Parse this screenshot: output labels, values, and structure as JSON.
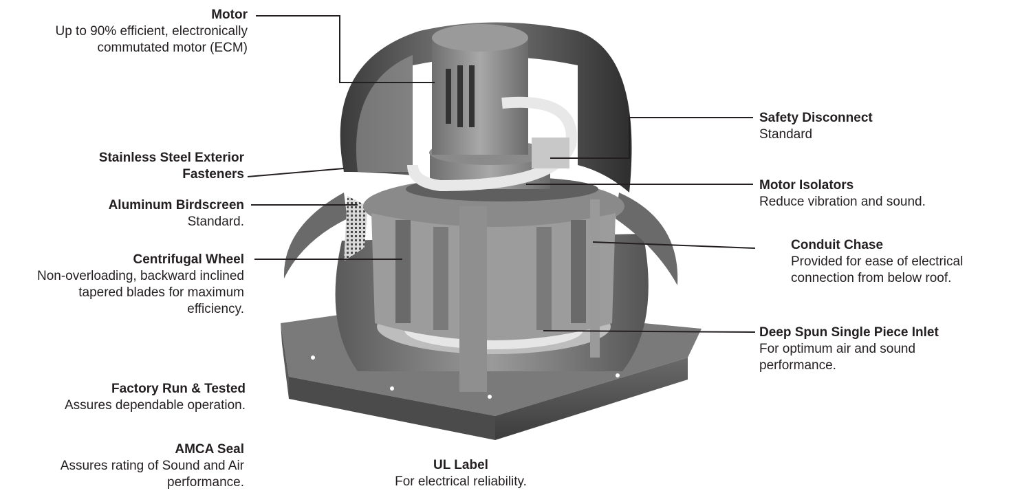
{
  "labels": {
    "motor": {
      "title": "Motor",
      "desc": "Up to 90% efficient, electronically commutated motor (ECM)"
    },
    "fasteners": {
      "title": "Stainless Steel Exterior Fasteners",
      "desc": ""
    },
    "birdscreen": {
      "title": "Aluminum Birdscreen",
      "desc": "Standard."
    },
    "wheel": {
      "title": "Centrifugal Wheel",
      "desc": "Non-overloading, backward inclined tapered blades for maximum efficiency."
    },
    "factory": {
      "title": "Factory Run & Tested",
      "desc": "Assures dependable operation."
    },
    "amca": {
      "title": "AMCA Seal",
      "desc": "Assures rating of Sound and Air performance."
    },
    "ul": {
      "title": "UL Label",
      "desc": "For electrical reliability."
    },
    "disconnect": {
      "title": "Safety Disconnect",
      "desc": "Standard"
    },
    "isolators": {
      "title": "Motor Isolators",
      "desc": "Reduce vibration and sound."
    },
    "conduit": {
      "title": "Conduit Chase",
      "desc": "Provided for ease of electrical connection from below roof."
    },
    "inlet": {
      "title": "Deep Spun Single Piece Inlet",
      "desc": "For optimum air and sound performance."
    }
  },
  "colors": {
    "text": "#231f20",
    "leader": "#231f20"
  }
}
